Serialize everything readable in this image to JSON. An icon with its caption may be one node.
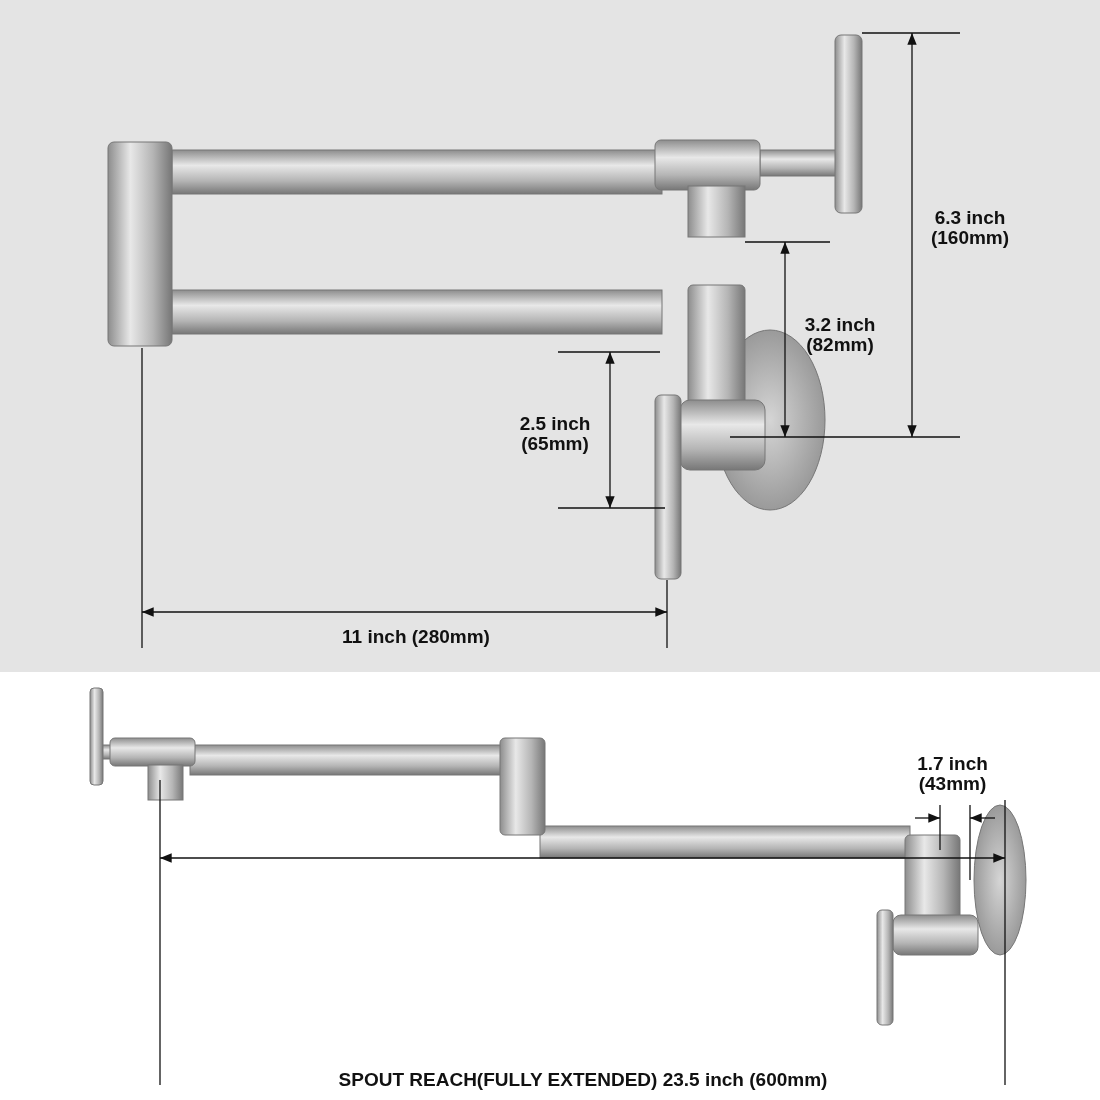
{
  "diagram": {
    "labels": [
      "6.3 inch (160mm)",
      "3.2 inch (82mm)",
      "2.5 inch (65mm)",
      "11 inch (280mm)",
      "1.7 inch (43mm)",
      "SPOUT REACH(FULLY EXTENDED) 23.5 inch (600mm)"
    ]
  }
}
